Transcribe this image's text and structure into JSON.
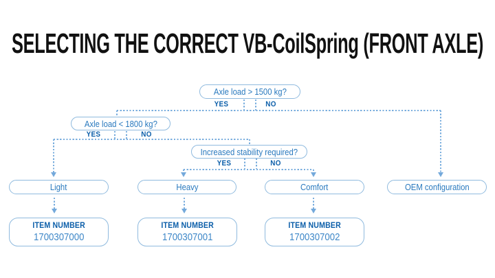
{
  "title": "SELECTING THE CORRECT VB-CoilSpring (FRONT AXLE)",
  "flowchart": {
    "questions": [
      {
        "label": "Axle load > 1500 kg?",
        "yes_label": "YES",
        "no_label": "NO"
      },
      {
        "label": "Axle load < 1800 kg?",
        "yes_label": "YES",
        "no_label": "NO"
      },
      {
        "label": "Increased stability required?",
        "yes_label": "YES",
        "no_label": "NO"
      }
    ],
    "outcomes": [
      {
        "label": "Light",
        "item_number_label": "ITEM NUMBER",
        "item_number": "1700307000"
      },
      {
        "label": "Heavy",
        "item_number_label": "ITEM NUMBER",
        "item_number": "1700307001"
      },
      {
        "label": "Comfort",
        "item_number_label": "ITEM NUMBER",
        "item_number": "1700307002"
      },
      {
        "label": "OEM configuration"
      }
    ]
  },
  "colors": {
    "title_text": "#111111",
    "question_text": "#2979be",
    "yes_no_text": "#0b5ea9",
    "item_number_text": "#3f88c8",
    "box_border": "#8fbade",
    "connector": "#7aaede"
  }
}
